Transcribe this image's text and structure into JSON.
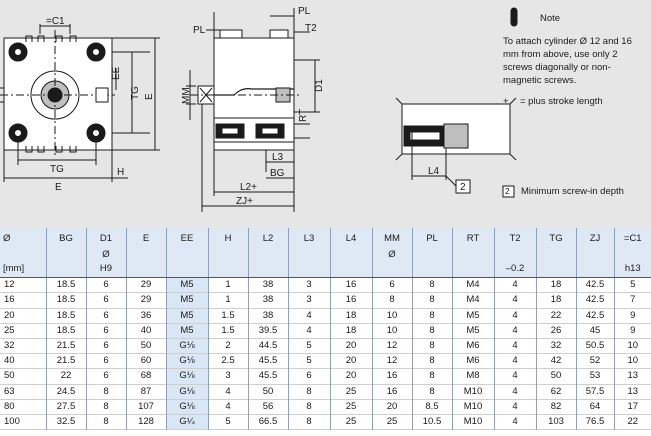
{
  "drawing": {
    "left_view": {
      "labels": {
        "c1": "=C1",
        "ee": "EE",
        "tg_v": "TG",
        "e_v": "E",
        "tg_h": "TG",
        "e_h": "E",
        "h": "H"
      }
    },
    "middle_view": {
      "labels": {
        "pl_left": "PL",
        "pl_top": "PL",
        "t2": "T2",
        "mm": "MM",
        "d1": "D1",
        "rt": "RT",
        "l3": "L3",
        "bg": "BG",
        "l2": "L2+",
        "zj": "ZJ+"
      }
    },
    "right_view": {
      "labels": {
        "l4": "L4",
        "callout_2": "2"
      }
    }
  },
  "notes": {
    "note_label": "Note",
    "attach_text": "To attach  cylinder Ø 12 and 16 mm from above, use only 2 screws diagonally or non-magnetic screws.",
    "plus_symbol": "+",
    "plus_text": "= plus stroke length",
    "callout_number": "2",
    "callout_text": "Minimum screw-in depth"
  },
  "table": {
    "header_rows": [
      [
        "Ø",
        "BG",
        "D1",
        "E",
        "EE",
        "H",
        "L2",
        "L3",
        "L4",
        "MM",
        "PL",
        "RT",
        "T2",
        "TG",
        "ZJ",
        "=C1"
      ],
      [
        "",
        "",
        "Ø",
        "",
        "",
        "",
        "",
        "",
        "",
        "Ø",
        "",
        "",
        "",
        "",
        "",
        ""
      ],
      [
        "[mm]",
        "",
        "H9",
        "",
        "",
        "",
        "",
        "",
        "",
        "",
        "",
        "",
        "–0.2",
        "",
        "",
        "h13"
      ]
    ],
    "rows": [
      [
        "12",
        "18.5",
        "6",
        "29",
        "M5",
        "1",
        "38",
        "3",
        "16",
        "6",
        "8",
        "M4",
        "4",
        "18",
        "42.5",
        "5"
      ],
      [
        "16",
        "18.5",
        "6",
        "29",
        "M5",
        "1",
        "38",
        "3",
        "16",
        "8",
        "8",
        "M4",
        "4",
        "18",
        "42.5",
        "7"
      ],
      [
        "20",
        "18.5",
        "6",
        "36",
        "M5",
        "1.5",
        "38",
        "4",
        "18",
        "10",
        "8",
        "M5",
        "4",
        "22",
        "42.5",
        "9"
      ],
      [
        "25",
        "18.5",
        "6",
        "40",
        "M5",
        "1.5",
        "39.5",
        "4",
        "18",
        "10",
        "8",
        "M5",
        "4",
        "26",
        "45",
        "9"
      ],
      [
        "32",
        "21.5",
        "6",
        "50",
        "G⅛",
        "2",
        "44.5",
        "5",
        "20",
        "12",
        "8",
        "M6",
        "4",
        "32",
        "50.5",
        "10"
      ],
      [
        "40",
        "21.5",
        "6",
        "60",
        "G⅛",
        "2.5",
        "45.5",
        "5",
        "20",
        "12",
        "8",
        "M6",
        "4",
        "42",
        "52",
        "10"
      ],
      [
        "50",
        "22",
        "6",
        "68",
        "G⅛",
        "3",
        "45.5",
        "6",
        "20",
        "16",
        "8",
        "M8",
        "4",
        "50",
        "53",
        "13"
      ],
      [
        "63",
        "24.5",
        "8",
        "87",
        "G⅛",
        "4",
        "50",
        "8",
        "25",
        "16",
        "8",
        "M10",
        "4",
        "62",
        "57.5",
        "13"
      ],
      [
        "80",
        "27.5",
        "8",
        "107",
        "G⅛",
        "4",
        "56",
        "8",
        "25",
        "20",
        "8.5",
        "M10",
        "4",
        "82",
        "64",
        "17"
      ],
      [
        "100",
        "32.5",
        "8",
        "128",
        "G¼",
        "5",
        "66.5",
        "8",
        "25",
        "25",
        "10.5",
        "M10",
        "4",
        "103",
        "76.5",
        "22"
      ]
    ]
  }
}
